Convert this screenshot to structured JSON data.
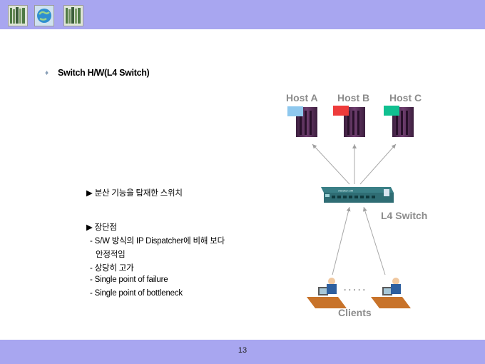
{
  "slide": {
    "heading": "Switch H/W(L4 Switch)",
    "feature": "▶ 분산 기능을 탑재한 스위치",
    "pros_cons_title": "▶ 장단점",
    "points": [
      "- S/W 방식의 IP Dispatcher에 비해 보다",
      "안정적임",
      "- 상당히 고가",
      "- Single point of failure",
      "- Single point of bottleneck"
    ],
    "page_number": "13"
  },
  "diagram": {
    "hosts": [
      {
        "label": "Host A",
        "flag_color": "#8ec8ee"
      },
      {
        "label": "Host B",
        "flag_color": "#ee3b3b"
      },
      {
        "label": "Host C",
        "flag_color": "#10c090"
      }
    ],
    "switch_label": "L4 Switch",
    "switch_text": "ASwitch 3M",
    "clients_label": "Clients",
    "dots": ". . . . ."
  },
  "icons": [
    "bookshelf-icon",
    "globe-icon",
    "bookshelf-icon"
  ]
}
